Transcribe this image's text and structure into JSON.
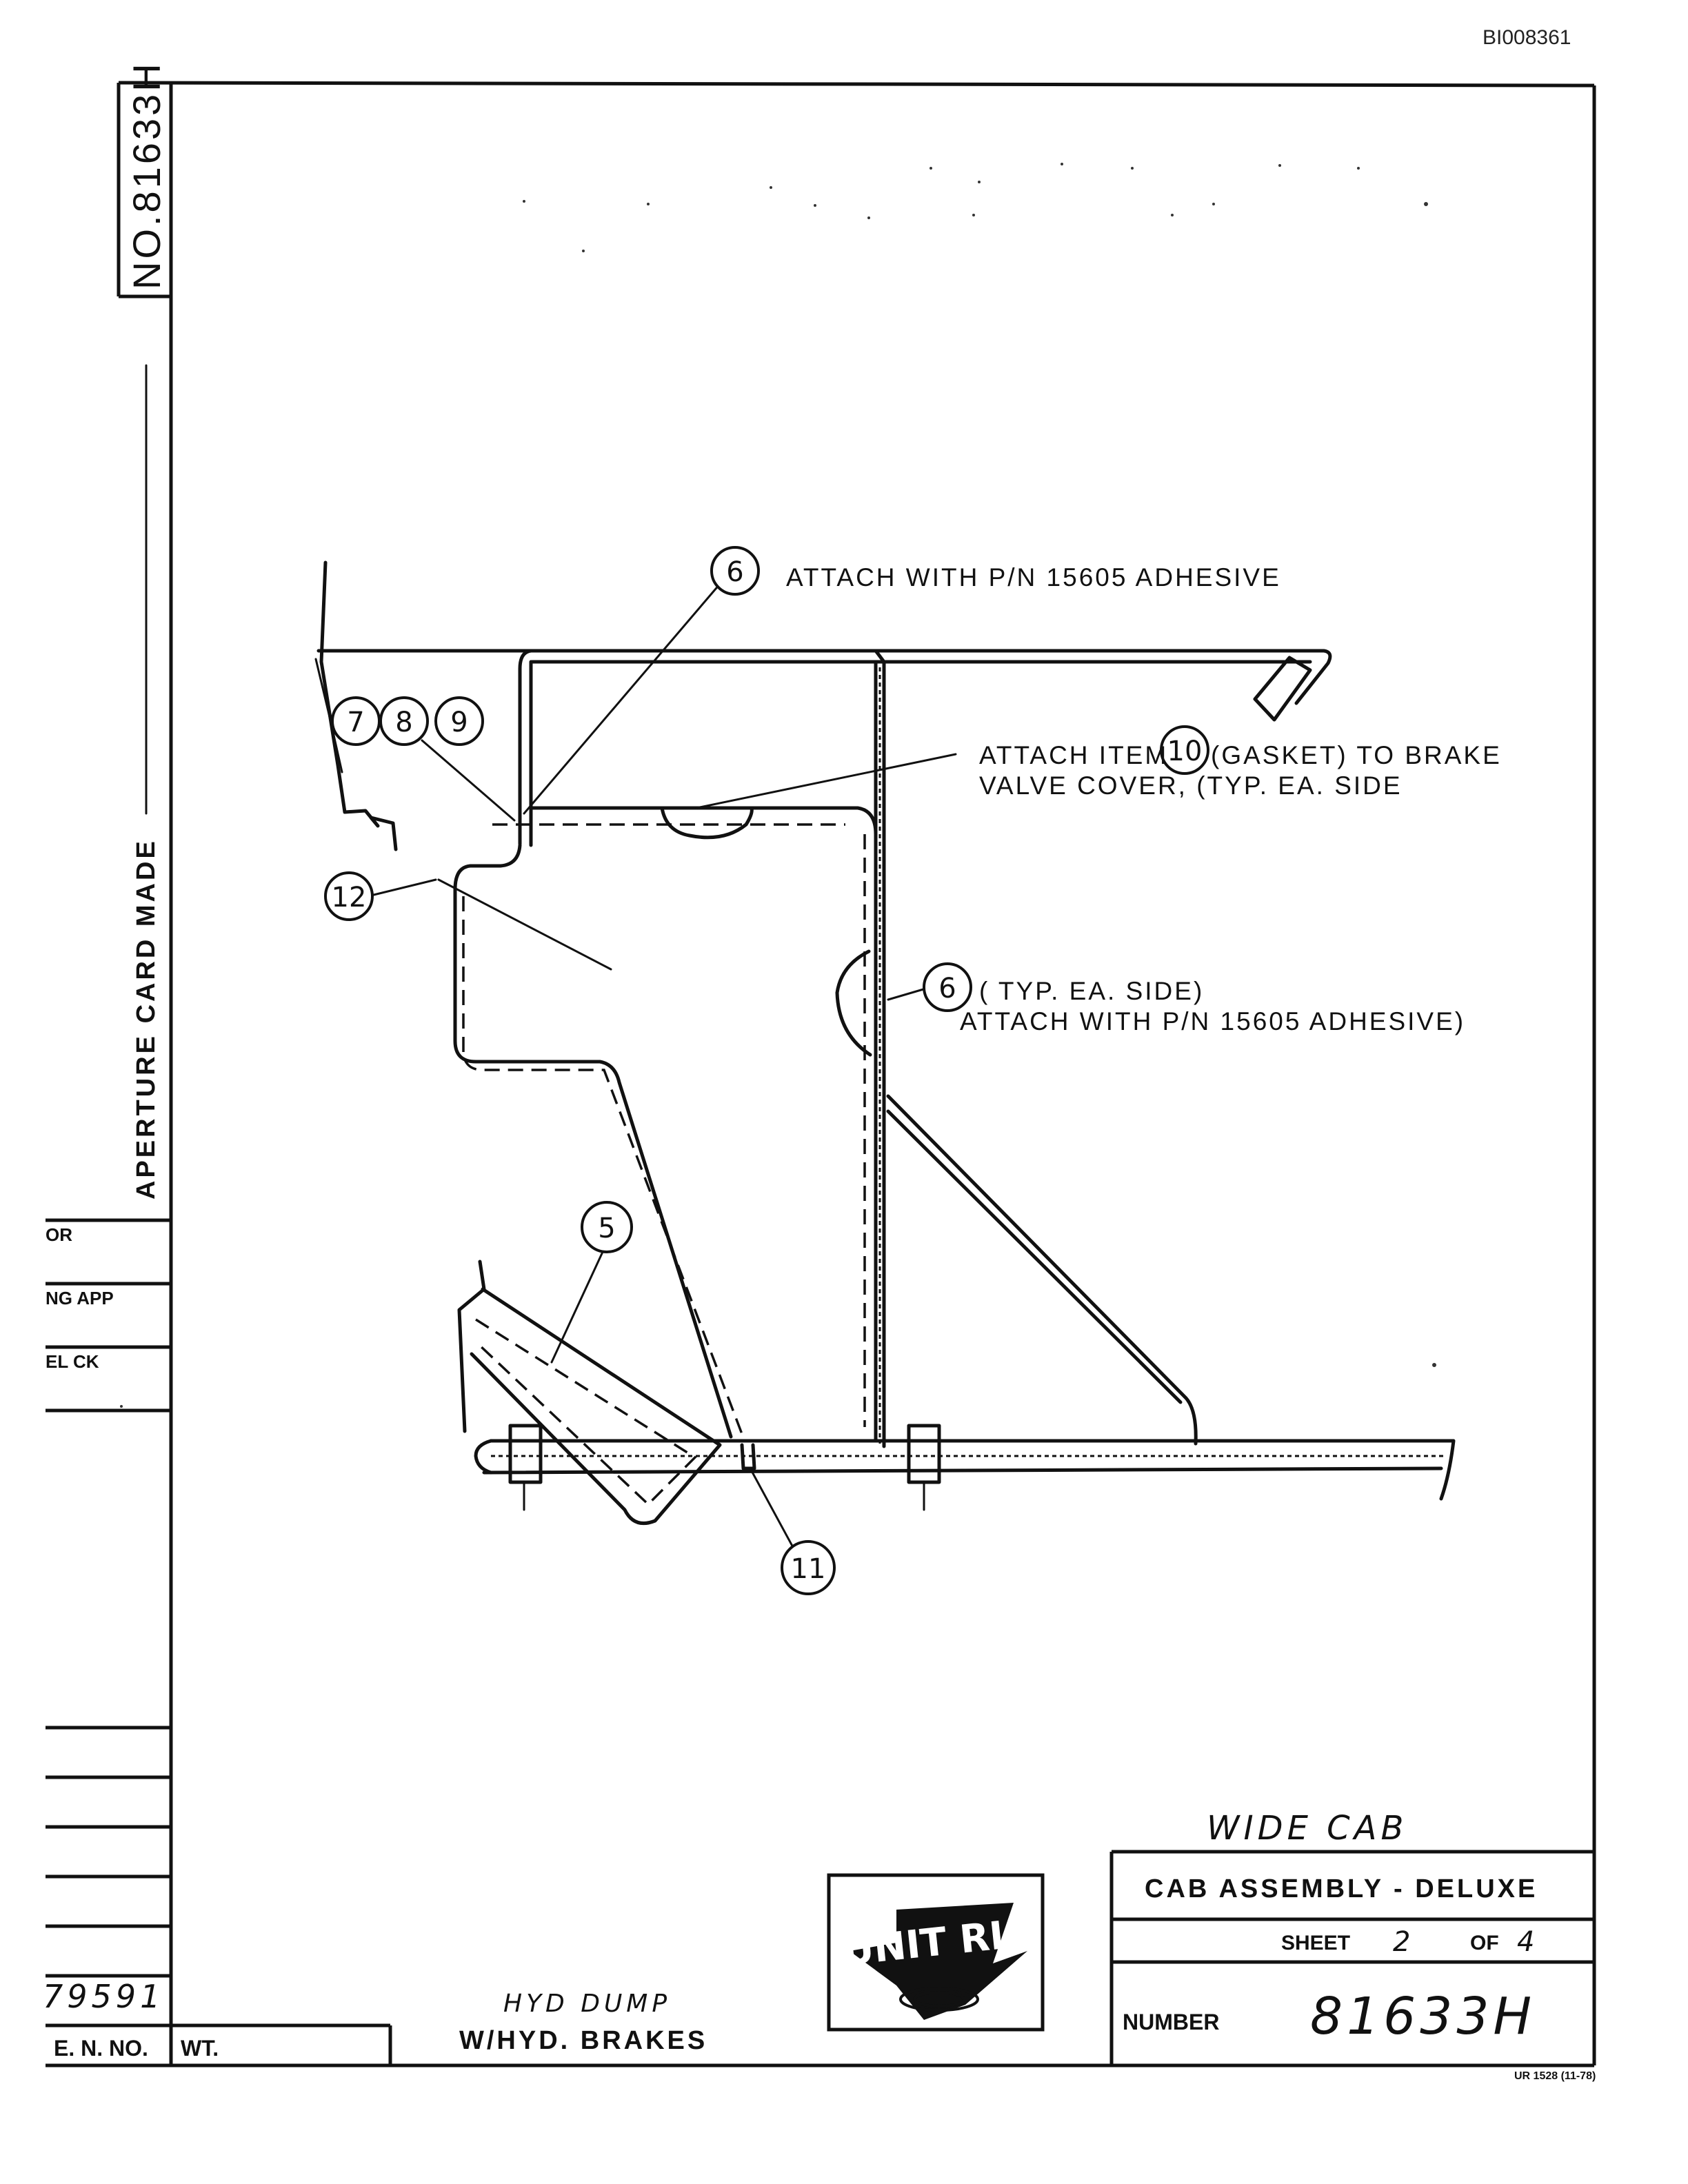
{
  "doc_id": "BI008361",
  "drawing_number_side": "NO.81633H",
  "aperture_label": "APERTURE CARD MADE",
  "side_block": {
    "row1": "OR",
    "row2": "NG APP",
    "row3": "EL CK"
  },
  "bottom_left": {
    "number": "79591",
    "en_no": "E. N. NO.",
    "wt": "WT."
  },
  "bottom_note": {
    "line1": "HYD DUMP",
    "line2": "W/HYD. BRAKES"
  },
  "logo": {
    "text": "UNIT RIG"
  },
  "title_block": {
    "variant": "WIDE CAB",
    "title": "CAB ASSEMBLY - DELUXE",
    "sheet_label": "SHEET",
    "sheet_no": "2",
    "of_label": "OF",
    "sheet_total": "4",
    "number_label": "NUMBER",
    "number": "81633H"
  },
  "form_code": "UR 1528 (11-78)",
  "notes": {
    "n6_top": "ATTACH WITH P/N 15605 ADHESIVE",
    "n10_line1a": "ATTACH ITEM",
    "n10_line1b": "(GASKET) TO BRAKE",
    "n10_line2": "VALVE COVER, (TYP. EA. SIDE",
    "n6_side_line1": "( TYP. EA. SIDE)",
    "n6_side_line2": "ATTACH WITH P/N 15605 ADHESIVE)"
  },
  "callouts": {
    "c6a": "6",
    "c7": "7",
    "c8": "8",
    "c9": "9",
    "c10": "10",
    "c12": "12",
    "c6b": "6",
    "c5": "5",
    "c11": "11"
  }
}
